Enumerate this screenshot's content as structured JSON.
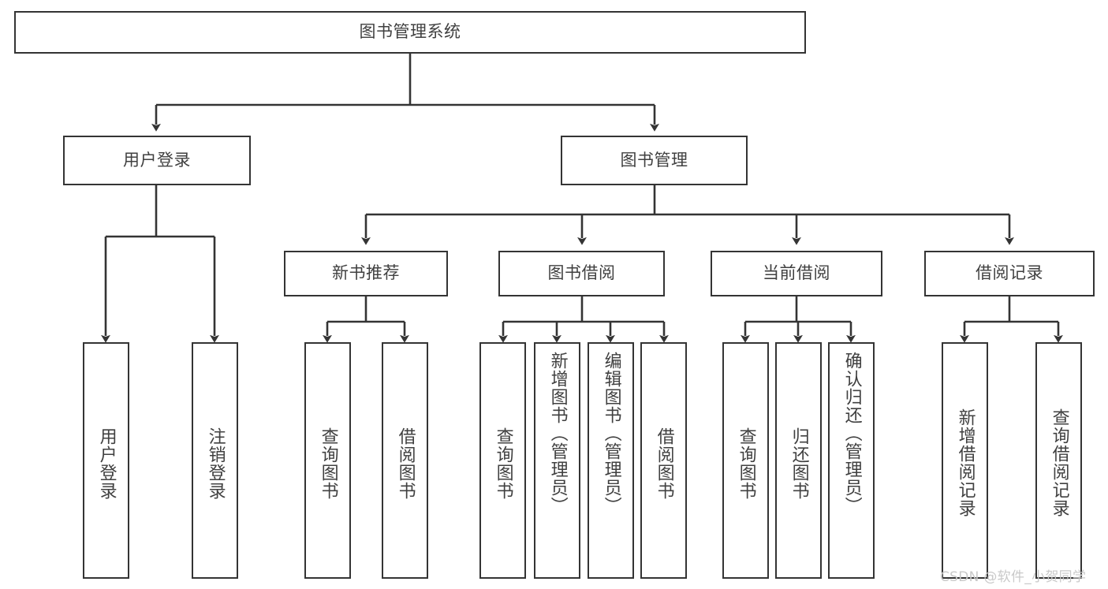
{
  "diagram": {
    "title": "图书管理系统",
    "type": "tree-hierarchy-chart",
    "watermark": "CSDN @软件_小贺同学",
    "colors": {
      "stroke": "#343434",
      "text": "#404040",
      "background": "#ffffff",
      "watermark": "#c9c9c9"
    },
    "root": {
      "label": "图书管理系统"
    },
    "level2": [
      {
        "label": "用户登录"
      },
      {
        "label": "图书管理"
      }
    ],
    "level3": [
      {
        "label": "新书推荐"
      },
      {
        "label": "图书借阅"
      },
      {
        "label": "当前借阅"
      },
      {
        "label": "借阅记录"
      }
    ],
    "leaves": {
      "user_login": [
        {
          "label": "用户登录"
        },
        {
          "label": "注销登录"
        }
      ],
      "new_book": [
        {
          "label": "查询图书"
        },
        {
          "label": "借阅图书"
        }
      ],
      "borrow_book": [
        {
          "label": "查询图书"
        },
        {
          "label": "新增图书（管理员）"
        },
        {
          "label": "编辑图书（管理员）"
        },
        {
          "label": "借阅图书"
        }
      ],
      "current_borrow": [
        {
          "label": "查询图书"
        },
        {
          "label": "归还图书"
        },
        {
          "label": "确认归还（管理员）"
        }
      ],
      "borrow_record": [
        {
          "label": "新增借阅记录"
        },
        {
          "label": "查询借阅记录"
        }
      ]
    }
  }
}
